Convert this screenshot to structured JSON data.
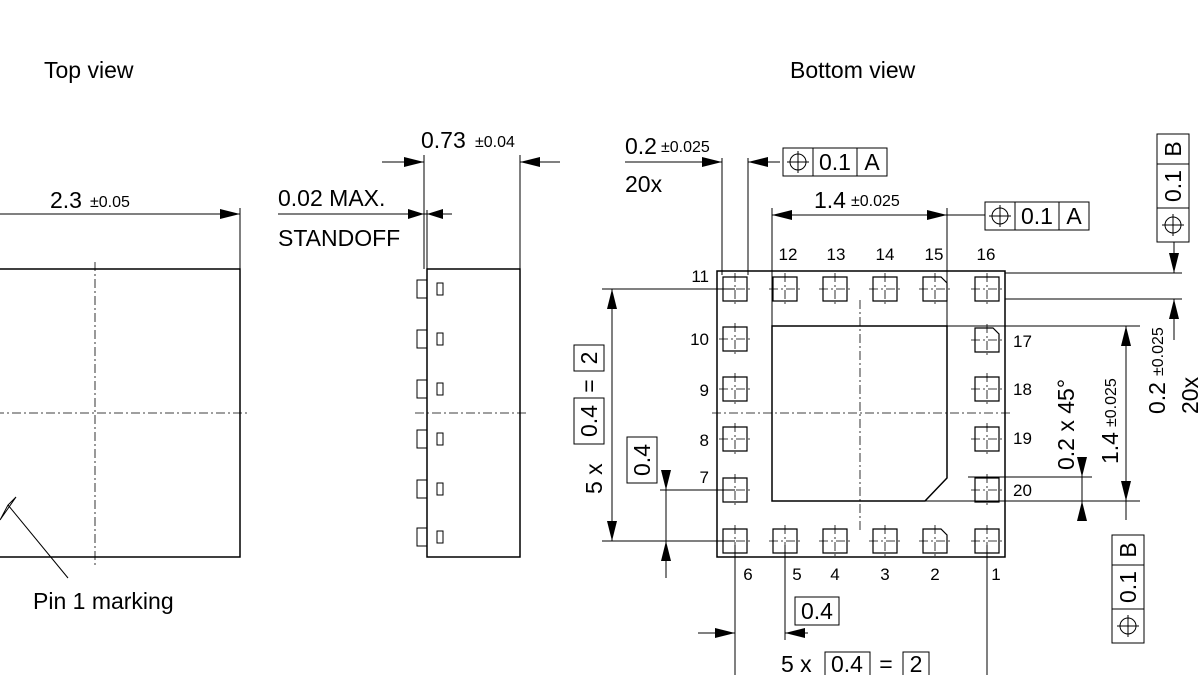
{
  "views": {
    "top_view_label": "Top view",
    "bottom_view_label": "Bottom view"
  },
  "top": {
    "width_value": "2.3",
    "width_tol": "±0.05",
    "pin1_label": "Pin 1 marking"
  },
  "side": {
    "height_value": "0.73",
    "height_tol": "±0.04",
    "standoff_line1": "0.02 MAX.",
    "standoff_line2": "STANDOFF"
  },
  "bottom": {
    "pad_width_value": "0.2",
    "pad_width_tol": "±0.025",
    "pad_count": "20x",
    "tol_frame_a1": {
      "tol": "0.1",
      "datum": "A"
    },
    "tol_frame_a2": {
      "tol": "0.1",
      "datum": "A"
    },
    "tol_frame_b1": {
      "tol": "0.1",
      "datum": "B"
    },
    "tol_frame_b2": {
      "tol": "0.1",
      "datum": "B"
    },
    "ep_width_value": "1.4",
    "ep_width_tol": "±0.025",
    "ep_height_value": "1.4",
    "ep_height_tol": "±0.025",
    "pad_height_value": "0.2",
    "pad_height_tol": "±0.025",
    "pad_height_count": "20x",
    "chamfer": "0.2 x 45°",
    "pitch_basic": "0.4",
    "pitch_basic_bottom": "0.4",
    "span_left": {
      "count": "5 x",
      "pitch": "0.4",
      "eq": "=",
      "total": "2"
    },
    "span_bottom": {
      "count": "5 x",
      "pitch": "0.4",
      "eq": "=",
      "total": "2"
    },
    "pins_top": [
      "12",
      "13",
      "14",
      "15",
      "16"
    ],
    "pins_left": [
      "11",
      "10",
      "9",
      "8",
      "7"
    ],
    "pins_right": [
      "17",
      "18",
      "19",
      "20"
    ],
    "pins_bottom": [
      "6",
      "5",
      "4",
      "3",
      "2",
      "1"
    ]
  }
}
